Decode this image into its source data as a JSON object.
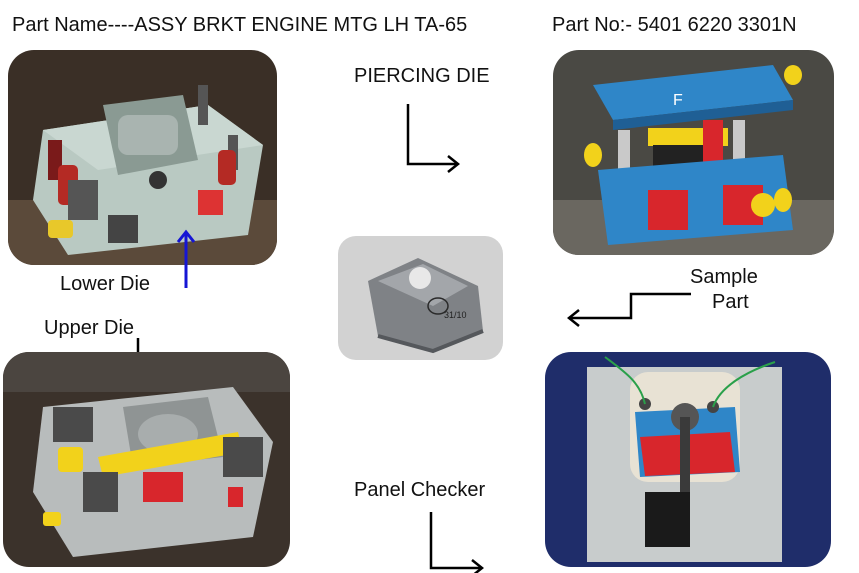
{
  "header": {
    "part_name": "Part Name----ASSY BRKT ENGINE MTG LH TA-65",
    "part_no": "Part No:- 5401 6220  3301N"
  },
  "labels": {
    "piercing_die": "PIERCING DIE",
    "lower_die": "Lower Die",
    "upper_die": "Upper Die",
    "sample_part_1": "Sample",
    "sample_part_2": "Part",
    "panel_checker": "Panel Checker"
  },
  "photo_text": {
    "die_plate_mark": "F",
    "sample_stamp": "31/10"
  },
  "colors": {
    "die_green": "#b9c9c2",
    "die_blue": "#2f86c8",
    "die_red": "#d8262c",
    "die_yellow": "#f2d21b",
    "arrow_blue": "#1515d4"
  }
}
